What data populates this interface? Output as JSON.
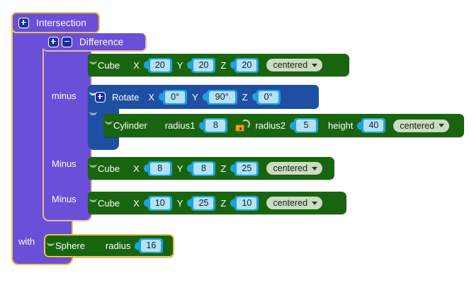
{
  "workspace": {
    "background_color": "#ffffff",
    "selection_color": "#f2c14b"
  },
  "blocks": {
    "intersection": {
      "title": "Intersection",
      "color": "#6a4fd8",
      "mutators": [
        {
          "name": "expand-plus",
          "glyph": "+"
        }
      ],
      "slot_labels": [
        {
          "label": "with"
        }
      ]
    },
    "difference": {
      "title": "Difference",
      "color": "#6a4fd8",
      "mutators": [
        {
          "name": "expand-plus",
          "glyph": "+"
        },
        {
          "name": "collapse-minus",
          "glyph": "-"
        }
      ],
      "slot_labels": [
        {
          "label": "minus"
        },
        {
          "label": "Minus"
        },
        {
          "label": "Minus"
        }
      ]
    },
    "cube_1": {
      "name": "Cube",
      "color": "#19650f",
      "fields": [
        {
          "label": "X",
          "value": "20"
        },
        {
          "label": "Y",
          "value": "20"
        },
        {
          "label": "Z",
          "value": "20"
        }
      ],
      "dropdown": "centered"
    },
    "rotate": {
      "name": "Rotate",
      "color": "#1f4fa3",
      "mutators": [
        {
          "name": "expand-plus",
          "glyph": "+"
        }
      ],
      "fields": [
        {
          "label": "X",
          "value": "0°"
        },
        {
          "label": "Y",
          "value": "90°"
        },
        {
          "label": "Z",
          "value": "0°"
        }
      ]
    },
    "cylinder": {
      "name": "Cylinder",
      "color": "#19650f",
      "fields": [
        {
          "label": "radius1",
          "value": "8"
        },
        {
          "label": "radius2",
          "value": "5"
        },
        {
          "label": "height",
          "value": "40"
        }
      ],
      "lock_icon": "unlocked-padlock-icon",
      "dropdown": "centered"
    },
    "cube_2": {
      "name": "Cube",
      "color": "#19650f",
      "fields": [
        {
          "label": "X",
          "value": "8"
        },
        {
          "label": "Y",
          "value": "8"
        },
        {
          "label": "Z",
          "value": "25"
        }
      ],
      "dropdown": "centered"
    },
    "cube_3": {
      "name": "Cube",
      "color": "#19650f",
      "fields": [
        {
          "label": "X",
          "value": "10"
        },
        {
          "label": "Y",
          "value": "25"
        },
        {
          "label": "Z",
          "value": "10"
        }
      ],
      "dropdown": "centered"
    },
    "sphere": {
      "name": "Sphere",
      "color": "#19650f",
      "fields": [
        {
          "label": "radius",
          "value": "16"
        }
      ]
    }
  }
}
